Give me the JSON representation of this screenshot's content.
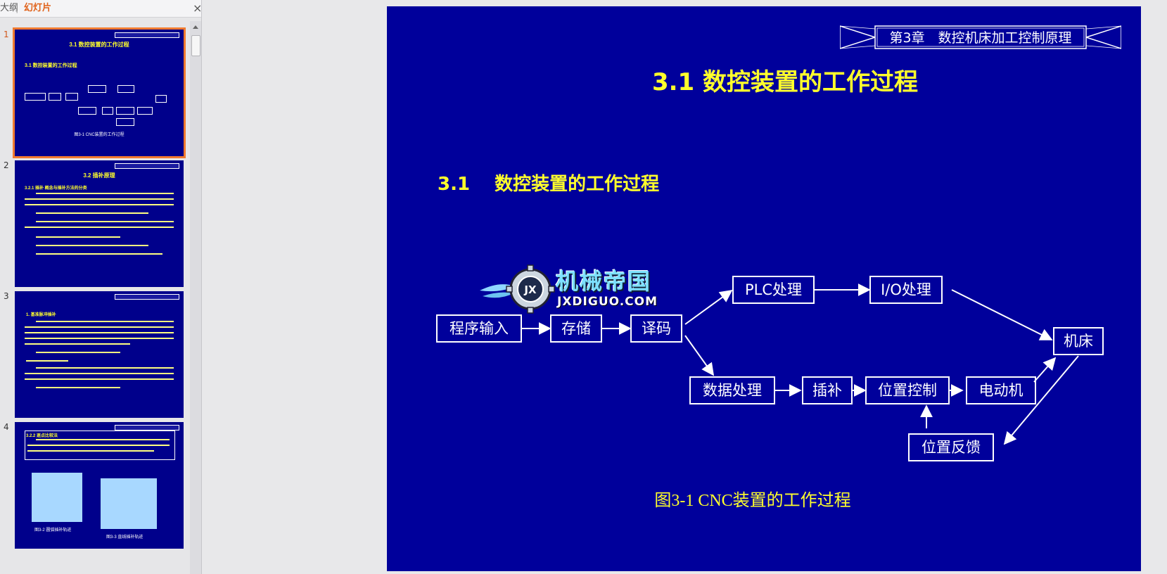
{
  "panel": {
    "tab_outline": "大纲",
    "tab_separator": "|",
    "tab_slides": "幻灯片",
    "close_glyph": "×"
  },
  "thumbnails": [
    {
      "number": "1",
      "title": "3.1 数控装置的工作过程",
      "subtitle": "3.1 数控装置的工作过程",
      "caption": "图3-1 CNC装置的工作过程"
    },
    {
      "number": "2",
      "title": "3.2 插补原理",
      "subtitle": "3.2.1 插补 概念与插补方法的分类"
    },
    {
      "number": "3",
      "title": "",
      "subtitle": "1. 基准脉冲插补"
    },
    {
      "number": "4",
      "title": "",
      "subtitle": "3.2.2 逐点比较法",
      "caption_a": "图3-2 圆弧插补轨迹",
      "caption_b": "图3-3 直线插补轨迹"
    }
  ],
  "slide": {
    "chapter_banner": "第3章　数控机床加工控制原理",
    "title": "3.1  数控装置的工作过程",
    "section_heading": "3.1　 数控装置的工作过程",
    "caption": "图3-1 CNC装置的工作过程",
    "watermark_cn": "机械帝国",
    "watermark_en": "JXDIGUO.COM",
    "nodes": {
      "program_input": "程序输入",
      "storage": "存储",
      "decode": "译码",
      "plc": "PLC处理",
      "io": "I/O处理",
      "machine": "机床",
      "data_processing": "数据处理",
      "interpolation": "插补",
      "position_control": "位置控制",
      "motor": "电动机",
      "position_feedback": "位置反馈"
    }
  },
  "colors": {
    "slide_background": "#00009b",
    "title_yellow": "#ffff2c",
    "selected_outline": "#f07a30"
  }
}
